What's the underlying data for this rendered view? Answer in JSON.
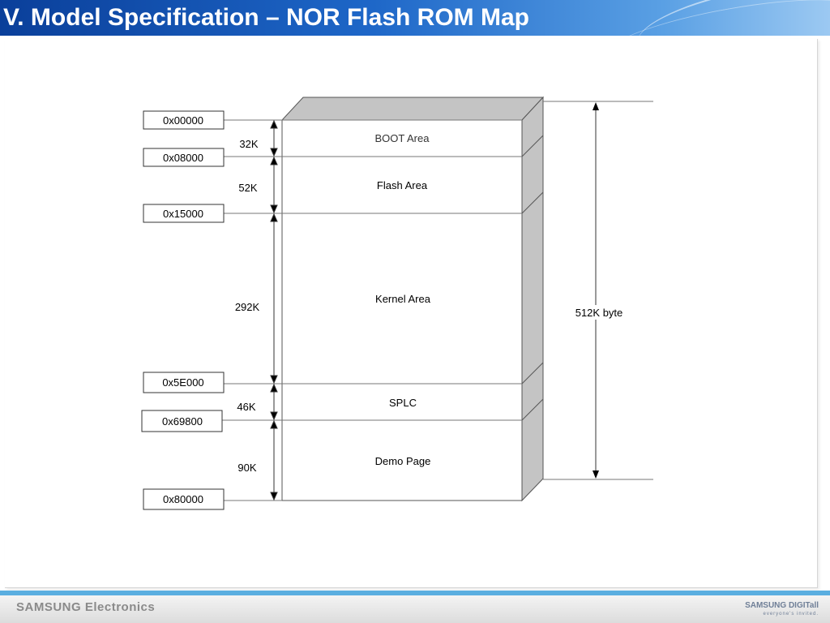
{
  "slide": {
    "title": "V. Model Specification – NOR Flash ROM Map"
  },
  "memory_map": {
    "addresses": [
      "0x00000",
      "0x08000",
      "0x15000",
      "0x5E000",
      "0x69800",
      "0x80000"
    ],
    "sizes": [
      "32K",
      "52K",
      "292K",
      "46K",
      "90K"
    ],
    "regions": [
      "BOOT Area",
      "Flash Area",
      "Kernel Area",
      "SPLC",
      "Demo Page"
    ],
    "total": "512K byte"
  },
  "footer": {
    "brand_left": "SAMSUNG Electronics",
    "brand_right": "SAMSUNG DIGITall",
    "brand_right_tag": "everyone's invited."
  }
}
